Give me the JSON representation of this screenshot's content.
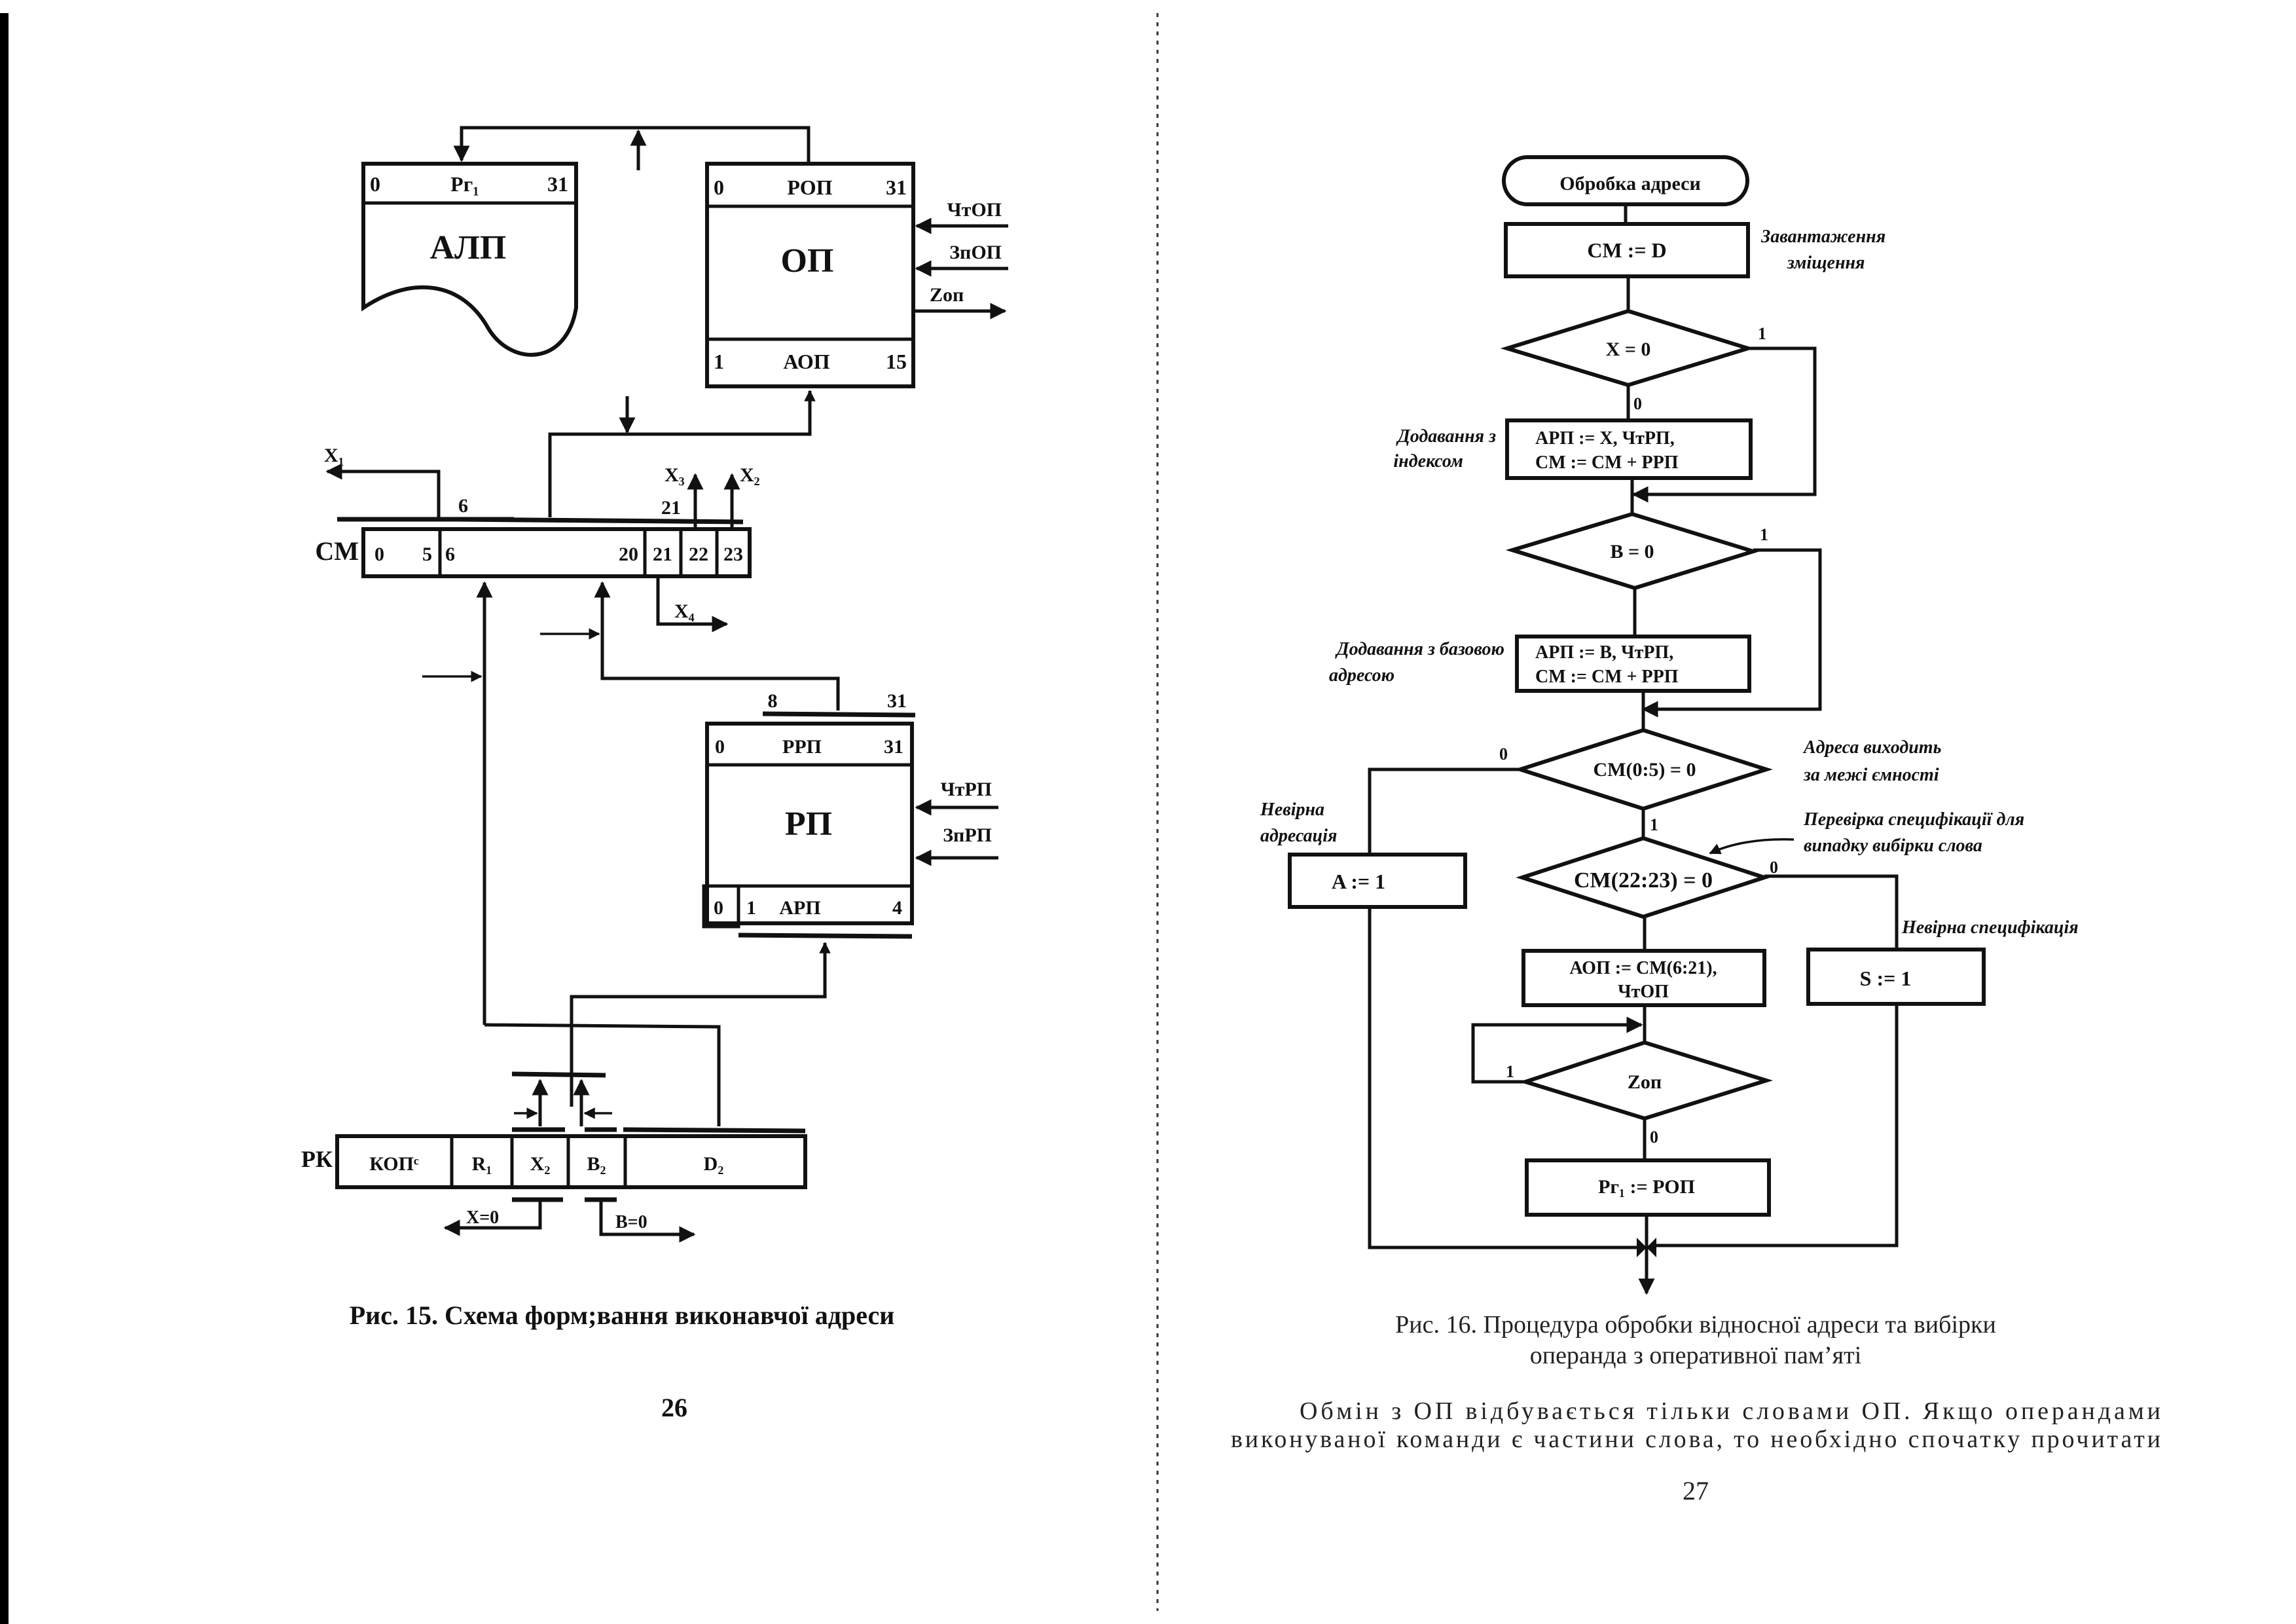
{
  "left_page": {
    "page_number": "26",
    "caption": "Рис. 15. Схема форм;вання виконавчої адреси",
    "alu": {
      "register_start": "0",
      "register_name": "Рг₁",
      "register_end": "31",
      "label": "АЛП"
    },
    "op": {
      "top_register_start": "0",
      "top_register_name": "РОП",
      "top_register_end": "31",
      "label": "ОП",
      "bottom_register_start": "1",
      "bottom_register_name": "АОП",
      "bottom_register_end": "15",
      "signals": [
        "ЧтОП",
        "ЗпОП",
        "Zоп"
      ]
    },
    "cm": {
      "label": "СМ",
      "fields": [
        "0",
        "5",
        "6",
        "20",
        "21",
        "22",
        "23"
      ],
      "bus_labels": {
        "from": "6",
        "to": "21"
      },
      "outputs": [
        "X₁",
        "X₃",
        "X₂",
        "X₄"
      ]
    },
    "rp": {
      "range_start": "8",
      "range_end": "31",
      "top_register_start": "0",
      "top_register_name": "РРП",
      "top_register_end": "31",
      "label": "РП",
      "bottom_field_0": "0",
      "bottom_register_start": "1",
      "bottom_register_name": "АРП",
      "bottom_register_end": "4",
      "signals": [
        "ЧтРП",
        "ЗпРП"
      ]
    },
    "rk": {
      "label": "РК",
      "fields": [
        "КОПᶜ",
        "R₁",
        "X₂",
        "B₂",
        "D₂"
      ],
      "outputs": [
        "X=0",
        "B=0"
      ]
    }
  },
  "right_page": {
    "page_number": "27",
    "caption_line1": "Рис. 16. Процедура обробки відносної адреси та вибірки",
    "caption_line2": "операнда з оперативної пам’яті",
    "body_line1": "Обмін з ОП відбувається тільки словами ОП. Якщо операндами",
    "body_line2": "виконуваної команди є частини слова, то необхідно спочатку прочитати",
    "flowchart": {
      "start": "Обробка адреси",
      "step_load": "СМ := D",
      "note_load_1": "Завантаження",
      "note_load_2": "зміщення",
      "cond_x": "X = 0",
      "cond_x_yes": "1",
      "cond_x_no": "0",
      "note_index_1": "Додавання з",
      "note_index_2": "індексом",
      "step_index_1": "АРП := X, ЧтРП,",
      "step_index_2": "СМ := СМ + РРП",
      "cond_b": "B = 0",
      "cond_b_yes": "1",
      "note_base_1": "Додавання з базовою",
      "note_base_2": "адресою",
      "step_base_1": "АРП := B, ЧтРП,",
      "step_base_2": "СМ := СМ + РРП",
      "cond_cm05": "СМ(0:5) = 0",
      "cond_cm05_no": "0",
      "cond_cm05_yes": "1",
      "note_range_1": "Адреса виходить",
      "note_range_2": "за межі ємності",
      "note_badaddr_1": "Невірна",
      "note_badaddr_2": "адресація",
      "step_a": "A := 1",
      "note_spec_1": "Перевірка специфікації для",
      "note_spec_2": "випадку вибірки слова",
      "cond_cm2223": "СМ(22:23) = 0",
      "cond_cm2223_no": "0",
      "note_badspec": "Невірна специфікація",
      "step_s": "S := 1",
      "step_aop_1": "АОП := СМ(6:21),",
      "step_aop_2": "ЧтОП",
      "cond_z": "Zоп",
      "cond_z_yes": "1",
      "cond_z_no": "0",
      "step_final": "Рг₁ := РОП"
    }
  }
}
